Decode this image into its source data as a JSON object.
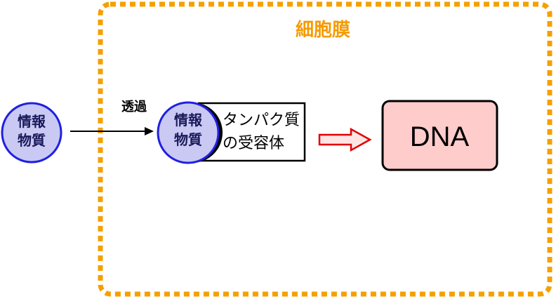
{
  "membrane": {
    "label": "細胞膜"
  },
  "info_substance_outside": {
    "line1": "情報",
    "line2": "物質"
  },
  "permeation_label": "透過",
  "info_substance_inside": {
    "line1": "情報",
    "line2": "物質"
  },
  "receptor": {
    "line1": "タンパク質",
    "line2": "の受容体"
  },
  "dna": {
    "label": "DNA"
  },
  "colors": {
    "membrane": "#F5A000",
    "substance_fill": "#C9C9F4",
    "substance_stroke": "#2020E0",
    "substance_text": "#1A1A5A",
    "signal_arrow_fill": "#FFE4E4",
    "signal_arrow_stroke": "#E00000",
    "dna_fill": "#FFCCCC"
  }
}
